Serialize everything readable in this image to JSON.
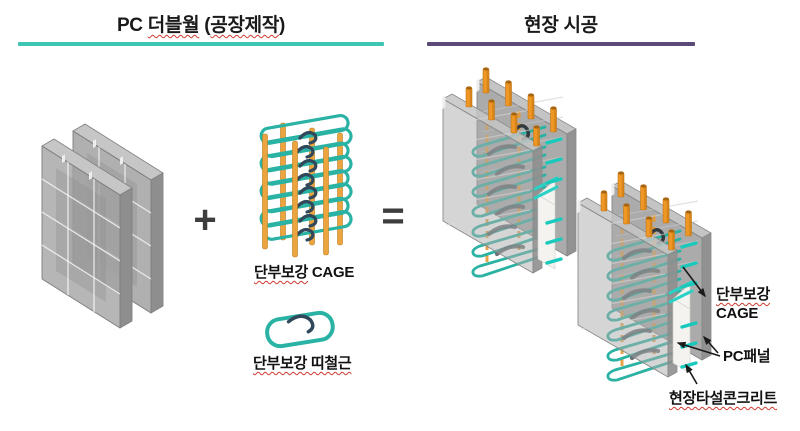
{
  "header": {
    "left": {
      "parts": [
        {
          "text": "PC "
        },
        {
          "text": "더블월",
          "misspelled": true
        },
        {
          "text": " ("
        },
        {
          "text": "공장제작",
          "misspelled": true
        },
        {
          "text": ")"
        }
      ],
      "underline_color": "#3ec6b4"
    },
    "right": {
      "title": "현장 시공",
      "underline_color": "#5b4a77"
    }
  },
  "factory_section": {
    "plus_operator": "+",
    "equals_operator": "=",
    "cage_label": {
      "reinforced": "단부보강",
      "cage": " CAGE"
    },
    "tie_label": "단부보강 띠철근"
  },
  "site_section": {
    "cage_callout": {
      "line1": "단부보강",
      "line2": "CAGE"
    },
    "panel_callout": "PC패널",
    "concrete_callout": "현장타설콘크리트"
  },
  "icons": {
    "callout_arrow": "black-annotation-arrow",
    "plus_icon": "plus-operator",
    "equals_icon": "equals-operator"
  },
  "colors": {
    "teal_accent": "#3ec6b4",
    "purple_accent": "#5b4a77",
    "rebar_teal": "#2ab3a4",
    "bright_teal": "#19c9bc",
    "rebar_orange": "#eca43e",
    "dowel_orange": "#ef9726",
    "hook_navy": "#30485a",
    "hook_gray": "#51585c",
    "panel_gray": "#a8a8a8",
    "concrete_white": "#f4f3f0",
    "misspell_red": "#d03b2f",
    "operator_gray": "#3e3e3e"
  }
}
